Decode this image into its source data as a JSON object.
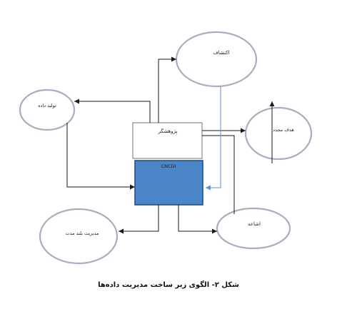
{
  "nodes": {
    "ekteshaf": "اکتشاف",
    "tolid_dade": "تولید داده",
    "pazhoheshgar": "پژوهشگر",
    "cncdi": "CNCDI",
    "hadaf_mojadad": "هدف مجدد",
    "ashaeh": "اشاعه",
    "modiriat": "مدیریت بلند مدت"
  },
  "colors": {
    "center_box_fill": "#4a86c8",
    "ellipse_stroke": "#b3a8c0",
    "blue_line": "#5b93d3"
  },
  "caption": "شکل ۲- الگوی زیر ساخت مدیریت داده‌ها"
}
